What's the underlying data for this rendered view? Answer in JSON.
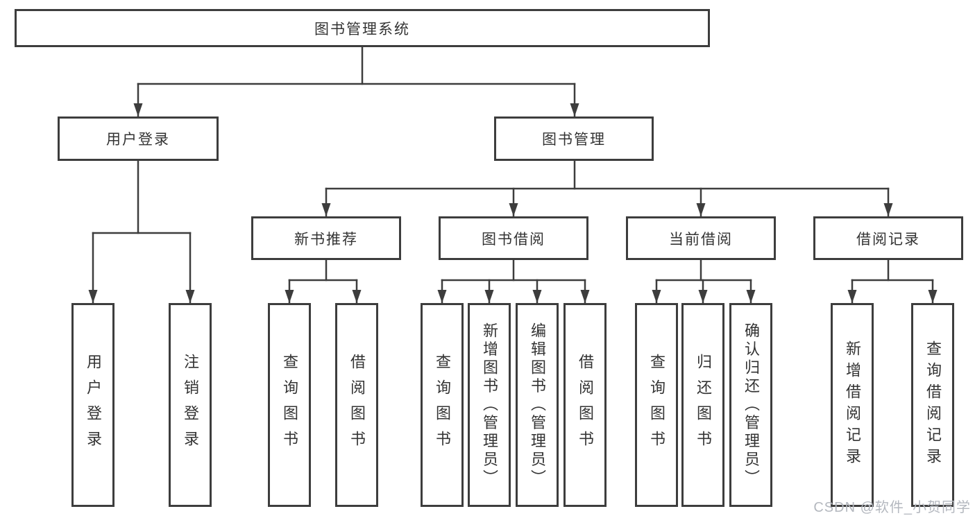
{
  "diagram": {
    "root": "图书管理系统",
    "level2": [
      "用户登录",
      "图书管理"
    ],
    "level3": [
      "新书推荐",
      "图书借阅",
      "当前借阅",
      "借阅记录"
    ],
    "leaves": {
      "user_login": [
        "用户登录",
        "注销登录"
      ],
      "new_book": [
        "查询图书",
        "借阅图书"
      ],
      "borrow": [
        "查询图书",
        "新增图书（管理员）",
        "编辑图书（管理员）",
        "借阅图书"
      ],
      "current": [
        "查询图书",
        "归还图书",
        "确认归还（管理员）"
      ],
      "records": [
        "新增借阅记录",
        "查询借阅记录"
      ]
    }
  },
  "watermark": "CSDN @软件_小贺同学",
  "colors": {
    "line": "#3d3d3d",
    "box_border": "#3d3d3d",
    "text": "#333333",
    "watermark": "#b4b8bf",
    "background": "#ffffff"
  }
}
